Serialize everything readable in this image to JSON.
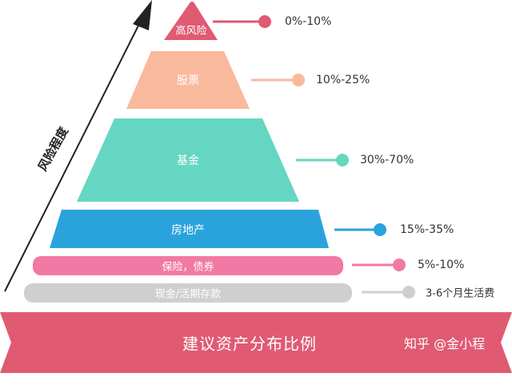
{
  "axis_label": "风险程度",
  "tiers": [
    {
      "label": "高风险",
      "range": "0%-10%",
      "color": "#e05a72"
    },
    {
      "label": "股票",
      "range": "10%-25%",
      "color": "#f9b99c"
    },
    {
      "label": "基金",
      "range": "30%-70%",
      "color": "#65d6c1"
    },
    {
      "label": "房地产",
      "range": "15%-35%",
      "color": "#2aa3dd"
    },
    {
      "label": "保险，债券",
      "range": "5%-10%",
      "color": "#f279a3"
    },
    {
      "label": "现金/活期存款",
      "range": "3-6个月生活费",
      "color": "#cfcfcf"
    }
  ],
  "banner": {
    "text": "建议资产分布比例",
    "color": "#e05a72"
  },
  "watermark": "知乎 @金小程"
}
